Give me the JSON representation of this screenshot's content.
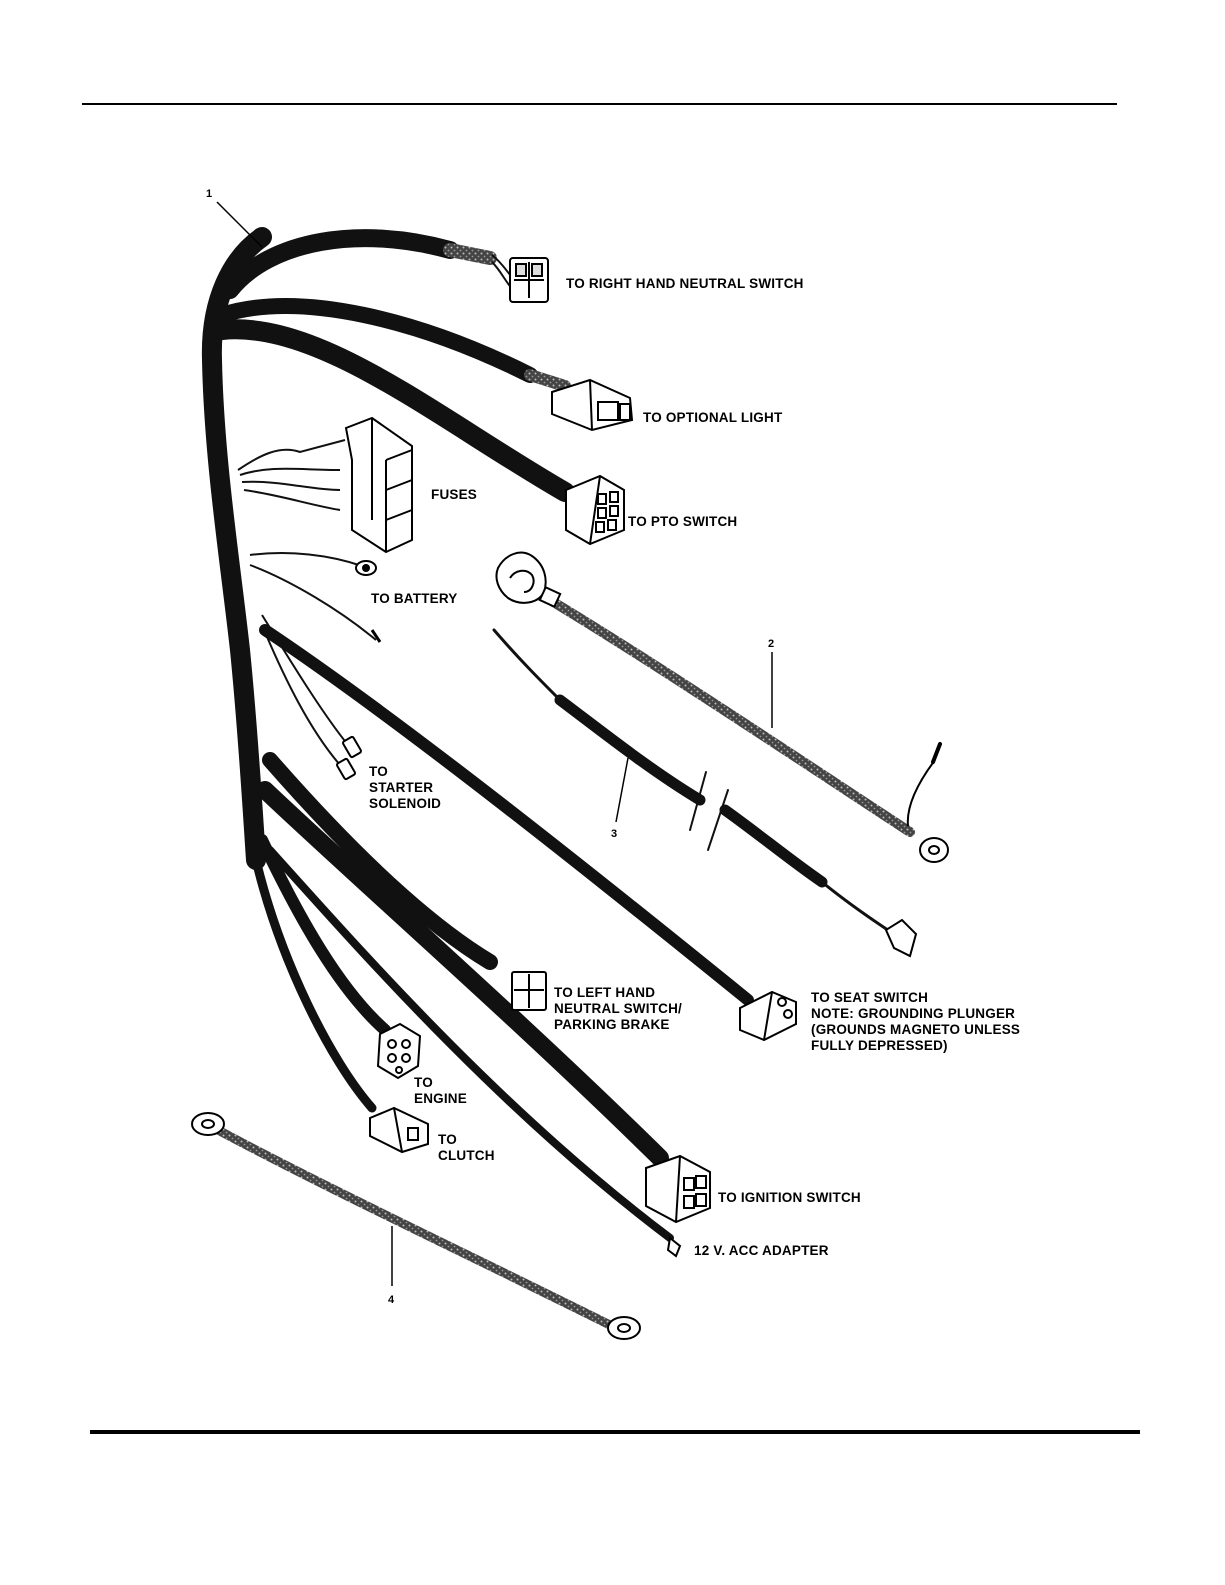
{
  "labels": {
    "right_hand_neutral": "TO RIGHT HAND NEUTRAL SWITCH",
    "optional_light": "TO OPTIONAL LIGHT",
    "fuses": "FUSES",
    "pto_switch": "TO PTO SWITCH",
    "battery": "TO BATTERY",
    "starter_solenoid": [
      "TO",
      "STARTER",
      "SOLENOID"
    ],
    "left_hand_neutral": [
      "TO LEFT HAND",
      "NEUTRAL SWITCH/",
      "PARKING BRAKE"
    ],
    "seat_switch": [
      "TO SEAT SWITCH",
      "NOTE: GROUNDING PLUNGER",
      "(GROUNDS MAGNETO UNLESS",
      "FULLY DEPRESSED)"
    ],
    "engine": [
      "TO",
      "ENGINE"
    ],
    "clutch": [
      "TO",
      "CLUTCH"
    ],
    "ignition_switch": "TO IGNITION SWITCH",
    "acc_adapter": "12 V. ACC ADAPTER"
  },
  "callouts": {
    "c1": "1",
    "c2": "2",
    "c3": "3",
    "c4": "4"
  }
}
